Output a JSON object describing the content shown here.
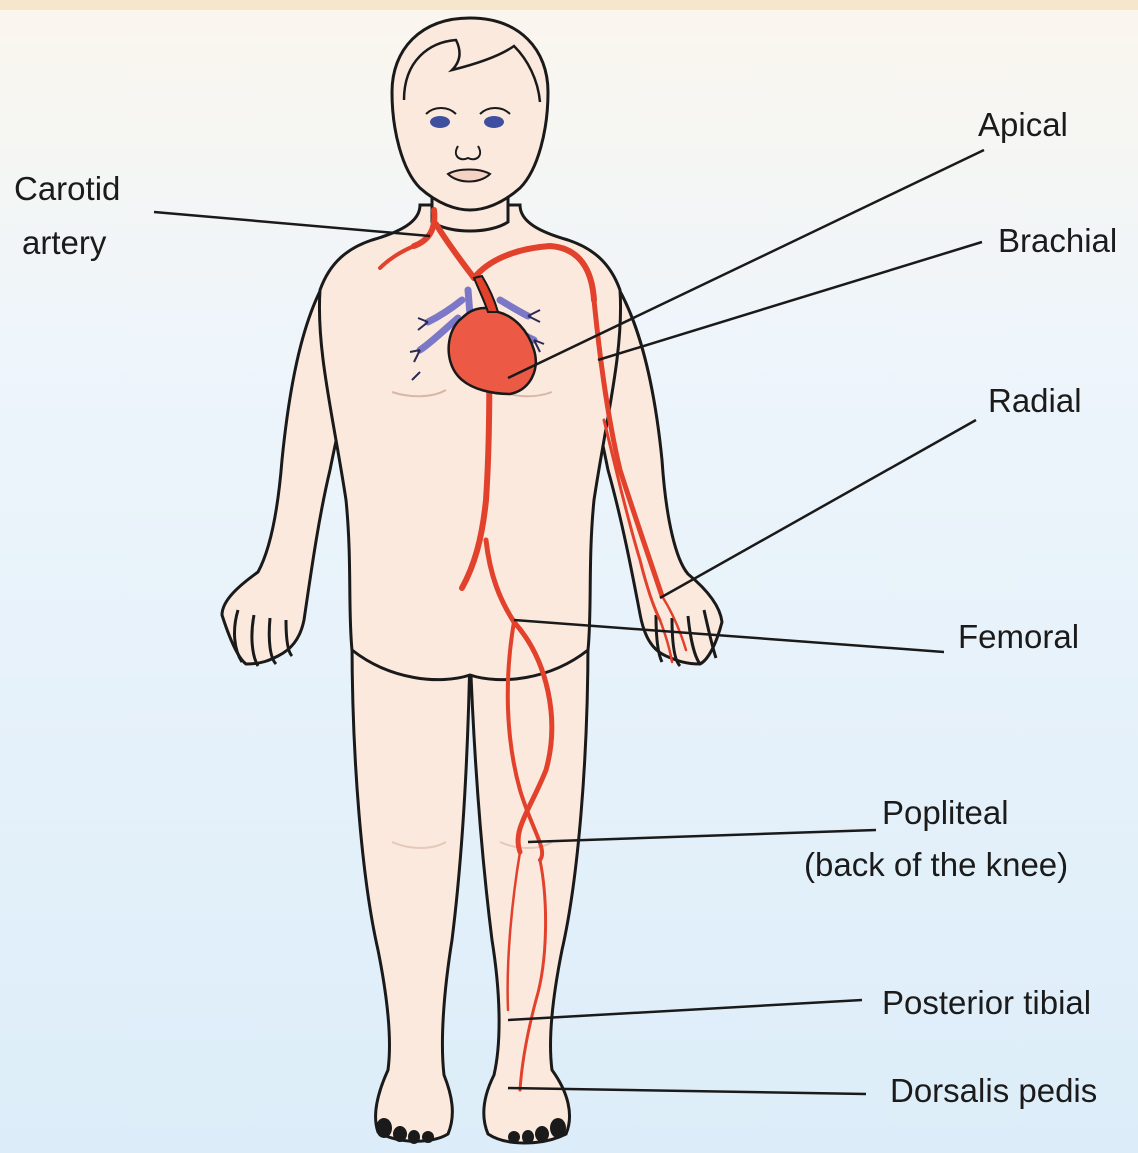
{
  "labels": {
    "carotid_line1": "Carotid",
    "carotid_line2": "artery",
    "apical": "Apical",
    "brachial": "Brachial",
    "radial": "Radial",
    "femoral": "Femoral",
    "popliteal_line1": "Popliteal",
    "popliteal_line2": "(back of the knee)",
    "posterior_tibial": "Posterior tibial",
    "dorsalis_pedis": "Dorsalis pedis"
  },
  "colors": {
    "skin": "#fbe9de",
    "outline": "#1a1a1a",
    "artery": "#e2412c",
    "heart": "#ec5a45",
    "vein": "#7c78c8",
    "eyes": "#3d4f9e",
    "leader_line": "#1a1a1a"
  }
}
